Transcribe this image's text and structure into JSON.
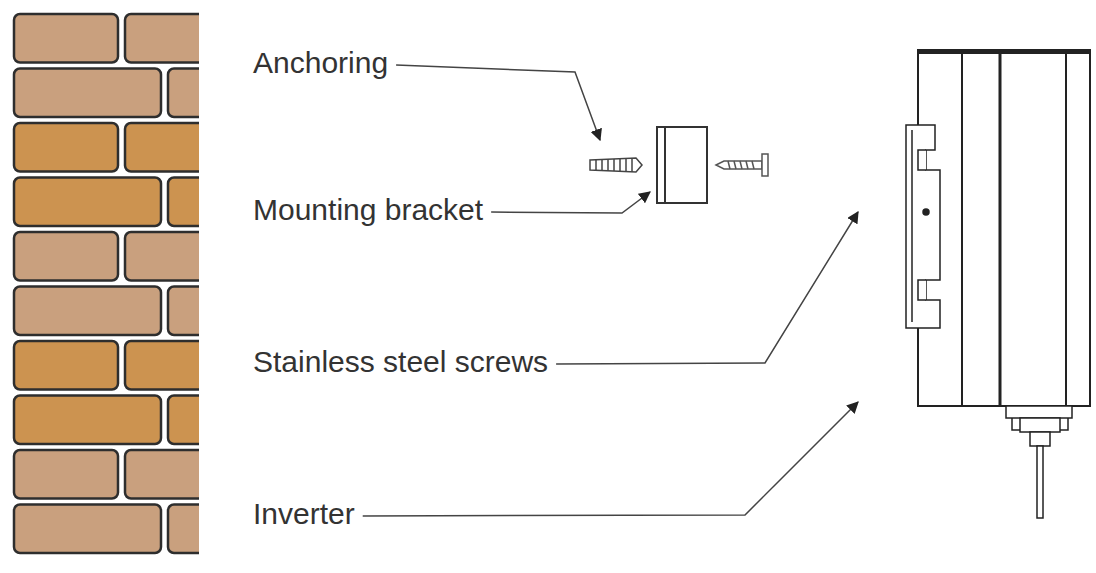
{
  "diagram": {
    "labels": [
      "Anchoring",
      "Mounting bracket",
      "Stainless steel screws",
      "Inverter"
    ]
  }
}
